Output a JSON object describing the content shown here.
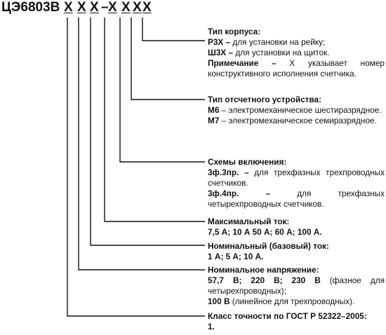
{
  "code": {
    "prefix": "ЦЭ6803В",
    "letters": [
      "Х",
      "Х",
      "Х",
      "–",
      "Х",
      "Х",
      "Х",
      "Х"
    ]
  },
  "sections": [
    {
      "id": "housing",
      "title": "Тип корпуса:",
      "lines": [
        {
          "b": "Р3Х –",
          "t": " для установки на рейку;"
        },
        {
          "b": "Ш3Х –",
          "t": " для установки на щиток."
        },
        {
          "b": "Примечание –",
          "t": " Х указывает номер конструктивного исполнения счетчика."
        }
      ]
    },
    {
      "id": "readout",
      "title": "Тип отсчетного устройства:",
      "lines": [
        {
          "b": "М6",
          "t": " – электромеханическое шестиразрядное."
        },
        {
          "b": "М7",
          "t": " – электромеханическое семиразрядное."
        }
      ]
    },
    {
      "id": "wiring",
      "title": "Схемы включения:",
      "lines": [
        {
          "b": "3ф.3пр. –",
          "t": " для трехфазных трехпроводных счетчиков."
        },
        {
          "b": "3ф.4пр. –",
          "t": " для трехфазных четырехпроводных счетчиков."
        }
      ]
    },
    {
      "id": "max-current",
      "title": "Максимальный ток:",
      "lines": [
        {
          "b": "7,5 А; 10 А 50 А; 60 А; 100 А.",
          "t": ""
        }
      ]
    },
    {
      "id": "nominal-current",
      "title": "Номинальный (базовый) ток:",
      "lines": [
        {
          "b": "1 А; 5 А; 10 А.",
          "t": ""
        }
      ]
    },
    {
      "id": "nominal-voltage",
      "title": "Номинальное напряжение:",
      "lines": [
        {
          "b": "57,7 В; 220 В; 230 В",
          "t": " (фазное для четырехпроводных);"
        },
        {
          "b": "100 В",
          "t": " (линейное для трехпроводных)."
        }
      ]
    },
    {
      "id": "accuracy",
      "title": "Класс точности по ГОСТ Р 52322–2005:",
      "lines": [
        {
          "b": "1.",
          "t": ""
        }
      ]
    }
  ]
}
